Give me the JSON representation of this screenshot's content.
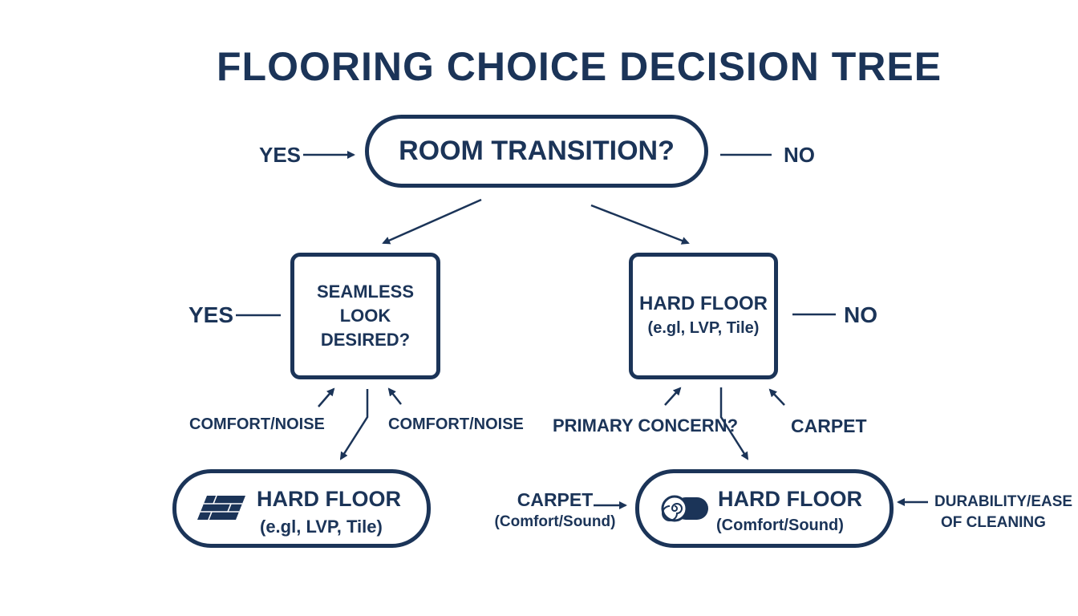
{
  "title": "FLOORING CHOICE DECISION TREE",
  "colors": {
    "ink": "#1b3458",
    "background": "#ffffff"
  },
  "root": {
    "label": "ROOM TRANSITION?",
    "left_label": "YES",
    "right_label": "NO"
  },
  "left_node": {
    "line1": "SEAMLESS",
    "line2": "LOOK DESIRED?",
    "side_label": "YES",
    "label_left": "COMFORT/NOISE",
    "label_right": "COMFORT/NOISE"
  },
  "right_node": {
    "line1": "HARD FLOOR",
    "line2": "(e.gl, LVP, Tile)",
    "side_label": "NO",
    "label_left": "PRIMARY CONCERN?",
    "label_right": "CARPET"
  },
  "leaf_left": {
    "icon": "floor-planks-icon",
    "line1": "HARD FLOOR",
    "line2": "(e.gl, LVP, Tile)"
  },
  "leaf_right": {
    "icon": "carpet-roll-icon",
    "line1": "HARD FLOOR",
    "line2": "(Comfort/Sound)",
    "left_label_line1": "CARPET",
    "left_label_line2": "(Comfort/Sound)",
    "right_label_line1": "DURABILITY/EASE",
    "right_label_line2": "OF CLEANING"
  }
}
